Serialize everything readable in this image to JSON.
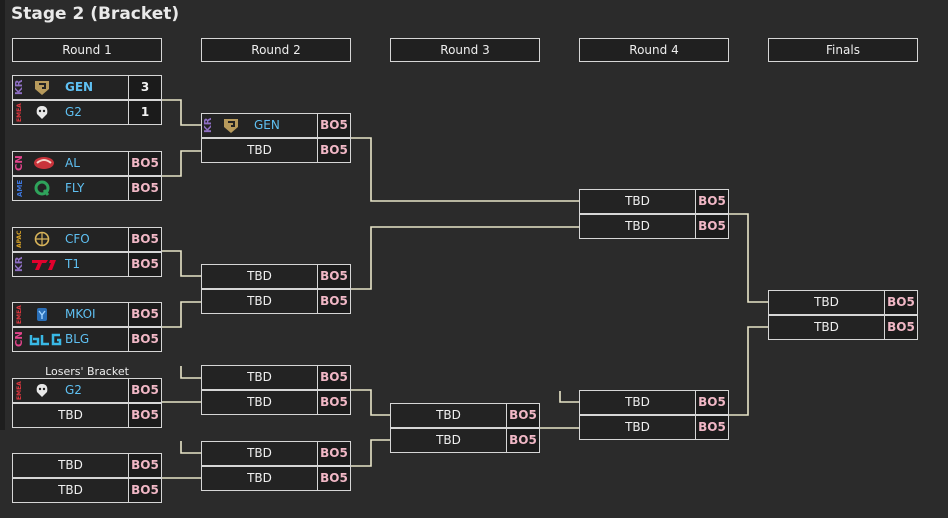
{
  "title": "Stage 2 (Bracket)",
  "rounds": [
    "Round 1",
    "Round 2",
    "Round 3",
    "Round 4",
    "Finals"
  ],
  "losers_label": "Losers' Bracket",
  "regions": {
    "KR": "KR",
    "EMEA": "EMEA",
    "CN": "CN",
    "AME": "AME",
    "APAC": "APAC"
  },
  "teams": {
    "GEN": "GEN",
    "G2": "G2",
    "AL": "AL",
    "FLY": "FLY",
    "CFO": "CFO",
    "T1": "T1",
    "MKOI": "MKOI",
    "BLG": "BLG"
  },
  "scores": {
    "gen": "3",
    "g2": "1"
  },
  "tbd": "TBD",
  "bo": "BO5",
  "colors": {
    "KR": "#8e6fc4",
    "EMEA": "#e0373f",
    "CN": "#e2448c",
    "AME": "#3c74d8",
    "APAC": "#d6a227",
    "name": "#5fc0f2",
    "bo": "#f0b7c5"
  }
}
